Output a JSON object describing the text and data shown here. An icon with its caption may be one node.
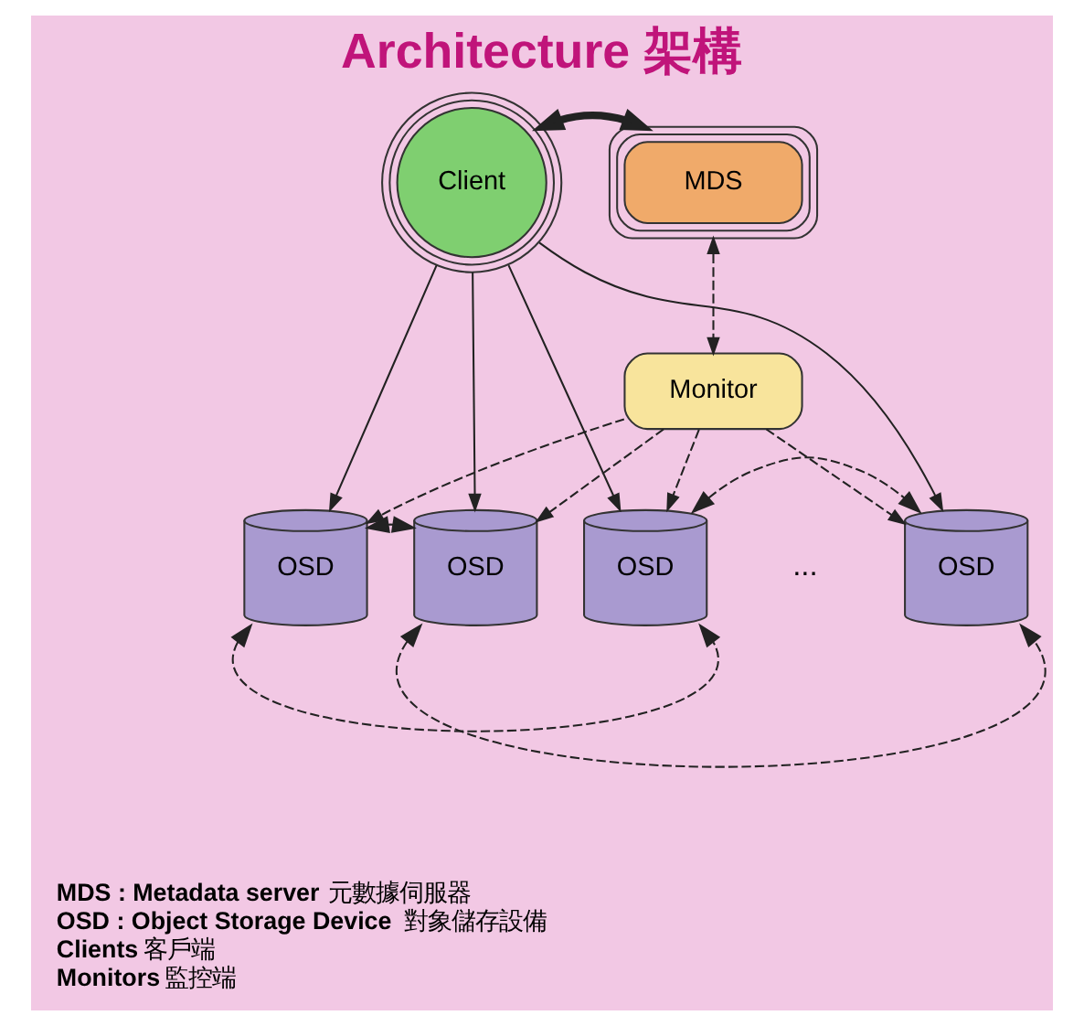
{
  "diagram": {
    "title": "Architecture 架構",
    "nodes": [
      {
        "text": [
          "MDS"
        ]
      },
      {
        "text": [
          "Client"
        ]
      },
      {
        "text": [
          "Monitor"
        ]
      },
      {
        "text": [
          "OSD"
        ]
      },
      {
        "text": [
          "OSD"
        ]
      },
      {
        "text": [
          "OSD"
        ]
      },
      {
        "text": [
          "OSD"
        ]
      }
    ],
    "edges": [
      {
        "from": 1,
        "to": 0,
        "arrow": "both",
        "style": "thick"
      },
      {
        "from": 0,
        "to": 2,
        "arrow": "both",
        "style": "dashed"
      },
      {
        "from": 1,
        "to": 3,
        "arrow": "to"
      },
      {
        "from": 1,
        "to": 4,
        "arrow": "to"
      },
      {
        "from": 1,
        "to": 5,
        "arrow": "to"
      },
      {
        "from": 1,
        "to": 6,
        "arrow": "to"
      },
      {
        "from": 2,
        "to": 3,
        "arrow": "to",
        "style": "dashed"
      },
      {
        "from": 2,
        "to": 4,
        "arrow": "to",
        "style": "dashed"
      },
      {
        "from": 2,
        "to": 5,
        "arrow": "to",
        "style": "dashed"
      },
      {
        "from": 2,
        "to": 6,
        "arrow": "to",
        "style": "dashed"
      },
      {
        "from": 3,
        "to": 4,
        "arrow": "both",
        "style": "dashed"
      },
      {
        "from": 3,
        "to": 5,
        "arrow": "both",
        "style": "dashed"
      },
      {
        "from": 4,
        "to": 6,
        "arrow": "both",
        "style": "dashed"
      },
      {
        "from": 5,
        "to": 6,
        "arrow": "both",
        "style": "dashed"
      }
    ],
    "labels": [
      "...",
      "**MDS : Metadata server** 元數據伺服器",
      "**OSD : Object Storage Device** 對象儲存設備",
      "**Clients** 客戶端",
      "**Monitors** 監控端"
    ]
  }
}
